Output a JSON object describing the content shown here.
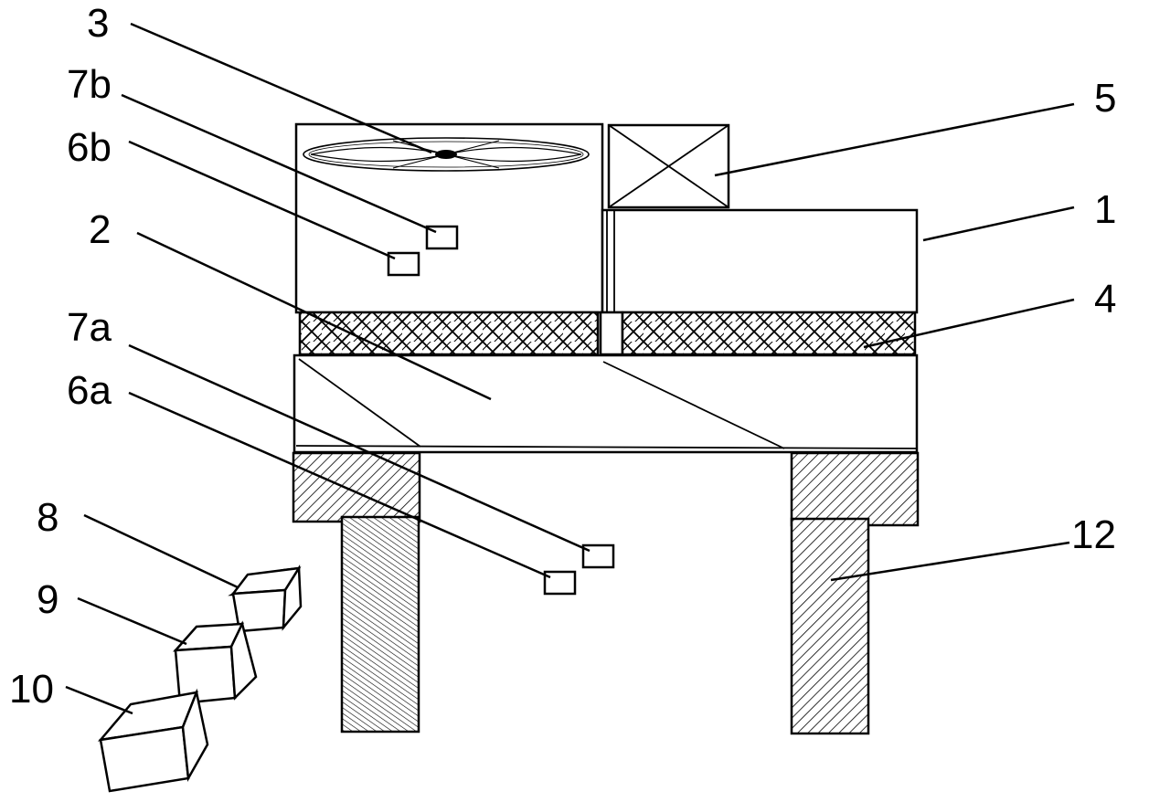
{
  "diagram": {
    "labels": {
      "L1": "1",
      "L2": "2",
      "L3": "3",
      "L4": "4",
      "L5": "5",
      "L6a": "6a",
      "L6b": "6b",
      "L7a": "7a",
      "L7b": "7b",
      "L8": "8",
      "L9": "9",
      "L10": "10",
      "L12": "12"
    },
    "colors": {
      "line": "#000000",
      "background": "#ffffff",
      "hatch": "#000000"
    }
  }
}
